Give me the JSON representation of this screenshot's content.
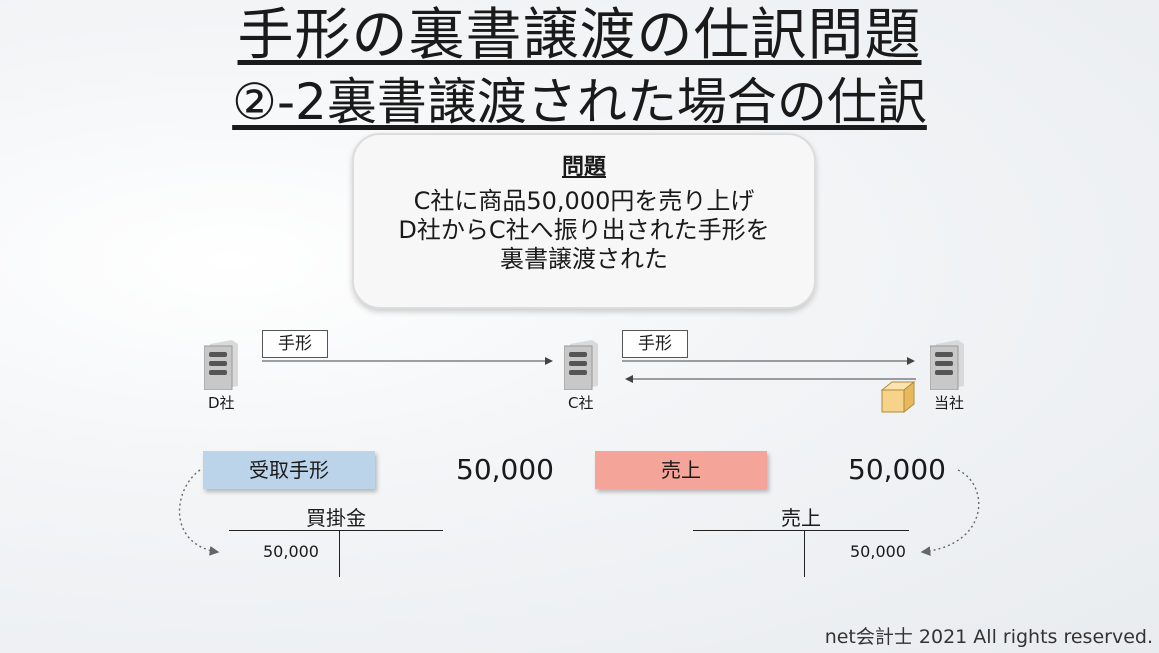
{
  "title": {
    "line1": "手形の裏書譲渡の仕訳問題",
    "line2": "②-2裏書譲渡された場合の仕訳"
  },
  "problem": {
    "heading": "問題",
    "lines": [
      "C社に商品50,000円を売り上げ",
      "D社からC社へ振り出された手形を",
      "裏書譲渡された"
    ]
  },
  "flow": {
    "nodes": [
      {
        "label": "D社",
        "icon": "server-icon"
      },
      {
        "label": "C社",
        "icon": "server-icon"
      },
      {
        "label": "当社",
        "icon": "server-icon"
      }
    ],
    "arrow_labels": [
      "手形",
      "手形"
    ],
    "goods_icon": "package-icon"
  },
  "journal": {
    "debit_account": "受取手形",
    "debit_amount": "50,000",
    "credit_account": "売上",
    "credit_amount": "50,000",
    "debit_color": "#bcd4ea",
    "credit_color": "#f5a49a"
  },
  "t_accounts": {
    "left": {
      "title": "買掛金",
      "debit_value": "50,000"
    },
    "right": {
      "title": "売上",
      "credit_value": "50,000"
    }
  },
  "footer": "net会計士 2021 All rights reserved."
}
